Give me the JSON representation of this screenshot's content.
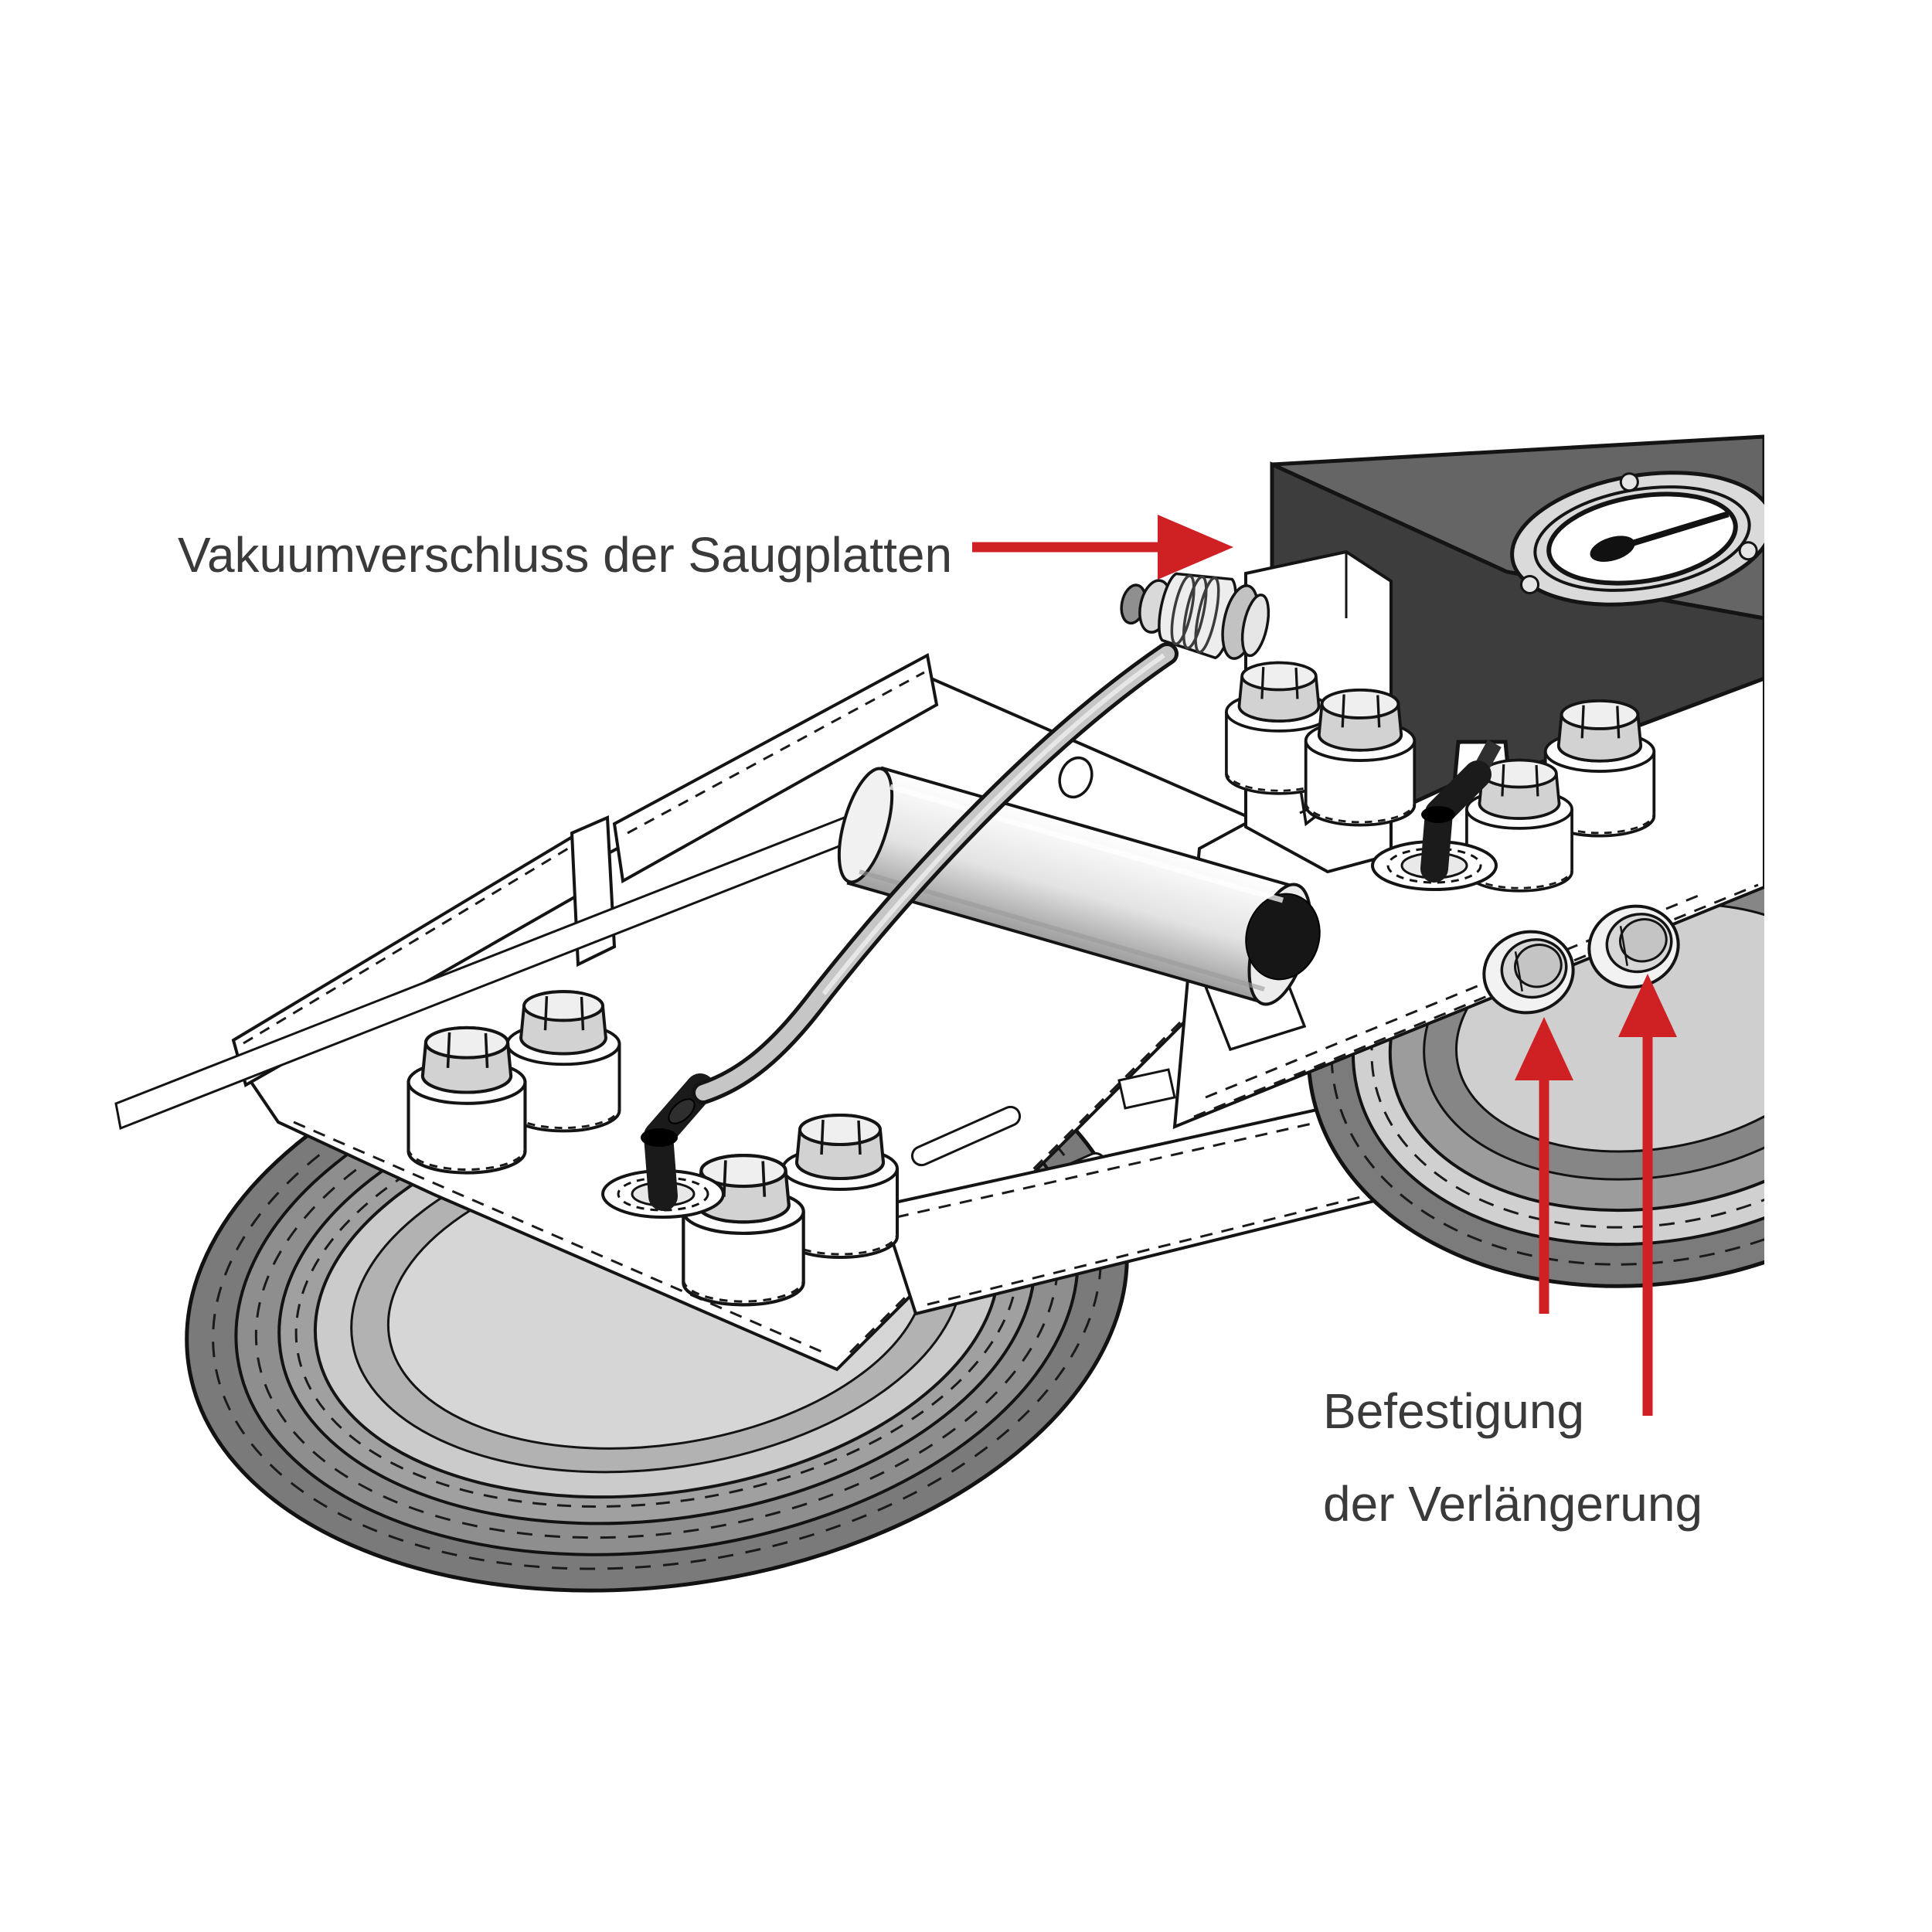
{
  "colors": {
    "background": "#ffffff",
    "arrow_red": "#cf2024",
    "text": "#3a3a3a",
    "ink": "#141414",
    "pad_dark": "#7a7a7a",
    "pad_mid": "#9a9a9a",
    "pad_light": "#d0d0d0",
    "box_top": "#656565",
    "box_front": "#3d3d3d"
  },
  "labels": {
    "vacuum_seal": "Vakuumverschluss der Saugplatten",
    "extension_fastening_line1": "Befestigung",
    "extension_fastening_line2": "der Verlängerung"
  }
}
